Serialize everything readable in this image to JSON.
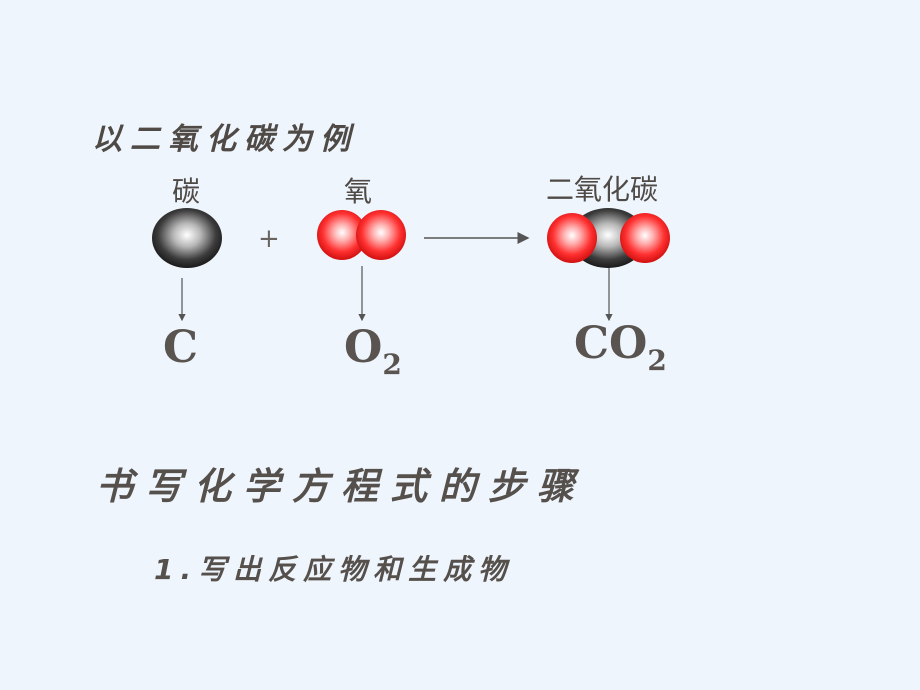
{
  "example_heading": "以二氧化碳为例",
  "reaction": {
    "carbon_label": "碳",
    "oxygen_label": "氧",
    "product_label": "二氧化碳",
    "plus_sign": "+",
    "carbon_symbol": "C",
    "oxygen_symbol": "O",
    "oxygen_subscript": "2",
    "product_symbol": "CO",
    "product_subscript": "2"
  },
  "steps_heading": "书写化学方程式的步骤",
  "steps": [
    "1.写出反应物和生成物"
  ],
  "colors": {
    "background": "#eef5fd",
    "carbon_atom": "#3a3a3a",
    "oxygen_atom": "#ff2a2a",
    "text": "#5a5450"
  }
}
